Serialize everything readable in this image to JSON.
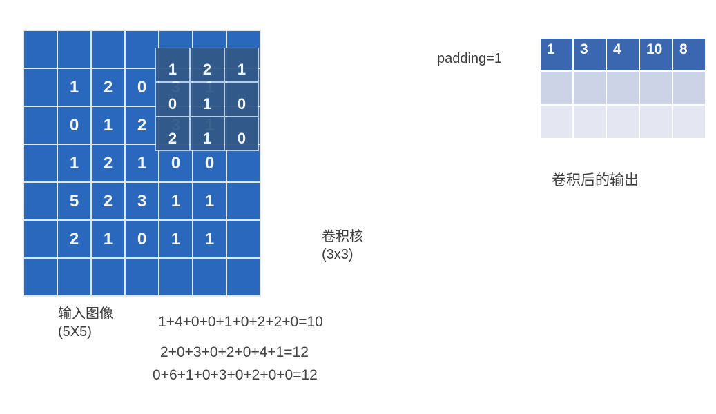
{
  "colors": {
    "grid_blue": "#2a68bd",
    "grid_line": "#dde9f7",
    "kernel_overlay_blue": "rgba(8,52,108,0.76)",
    "output_header_blue": "#3b67b1",
    "output_row2": "#ccd3e6",
    "output_row3": "#e4e7f2",
    "text_gray": "#3d3d3d"
  },
  "input_grid": {
    "label_line1": "输入图像",
    "label_line2": "(5X5)",
    "padded_size": 7,
    "inner_size": 5,
    "values": [
      [
        1,
        2,
        0,
        3,
        1
      ],
      [
        0,
        1,
        2,
        3,
        1
      ],
      [
        1,
        2,
        1,
        0,
        0
      ],
      [
        5,
        2,
        3,
        1,
        1
      ],
      [
        2,
        1,
        0,
        1,
        1
      ]
    ]
  },
  "kernel": {
    "label_line1": "卷积核",
    "label_line2": "(3x3)",
    "size": 3,
    "values": [
      [
        1,
        2,
        1
      ],
      [
        0,
        1,
        0
      ],
      [
        2,
        1,
        0
      ]
    ]
  },
  "padding_label": "padding=1",
  "output_table": {
    "label": "卷积后的输出",
    "rows": 3,
    "cols": 5,
    "first_row_values": [
      "1",
      "3",
      "4",
      "10",
      "8"
    ]
  },
  "equations": [
    "1+4+0+0+1+0+2+2+0=10",
    "2+0+3+0+2+0+4+1=12",
    "0+6+1+0+3+0+2+0+0=12"
  ]
}
